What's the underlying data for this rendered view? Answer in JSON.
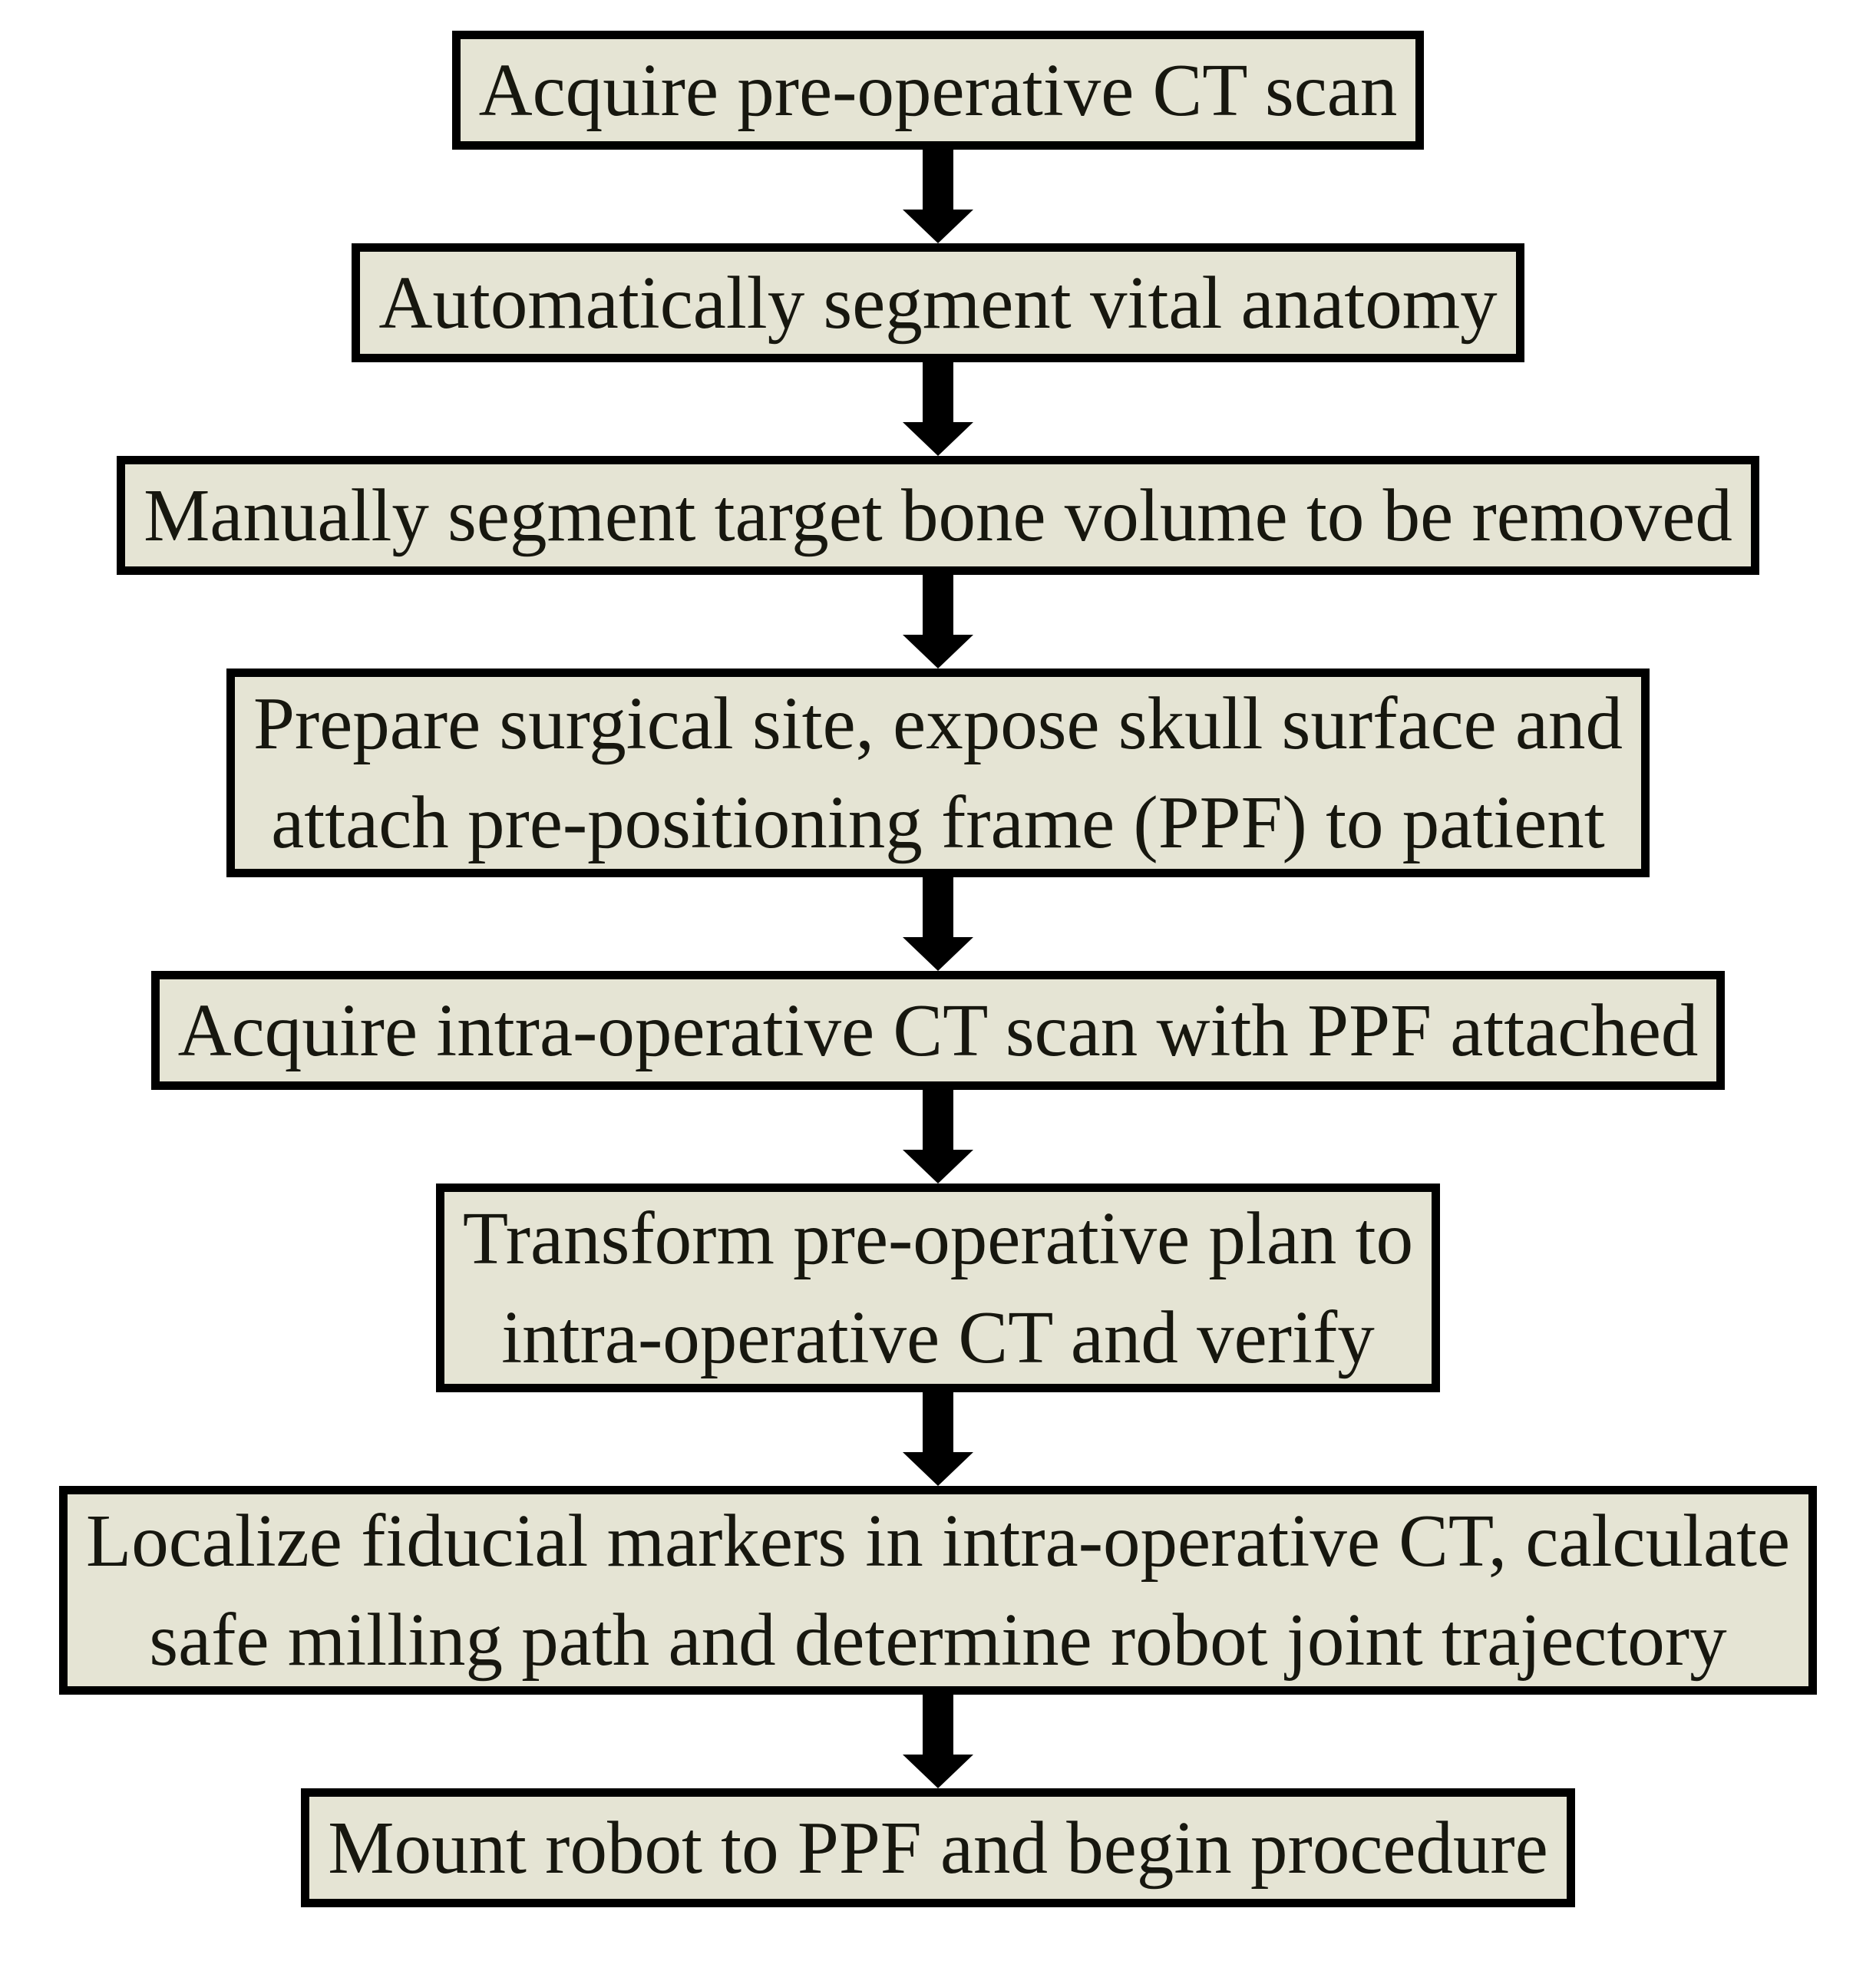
{
  "diagram": {
    "type": "flowchart",
    "orientation": "top-down",
    "colors": {
      "background": "#ffffff",
      "box_fill": "#e5e4d4",
      "box_border": "#000000",
      "arrow": "#000000",
      "text": "#17170f"
    },
    "steps": [
      {
        "id": "acquire-preop-ct",
        "label": "Acquire pre-operative CT scan"
      },
      {
        "id": "segment-vital-anatomy",
        "label": "Automatically segment vital anatomy"
      },
      {
        "id": "segment-target-bone",
        "label": "Manually segment target bone volume to be removed"
      },
      {
        "id": "prepare-site-attach-ppf",
        "label": "Prepare surgical site, expose skull surface and\nattach pre-positioning frame (PPF) to patient"
      },
      {
        "id": "acquire-intraop-ct",
        "label": "Acquire intra-operative CT scan with PPF attached"
      },
      {
        "id": "transform-plan",
        "label": "Transform pre-operative plan to\nintra-operative CT and verify"
      },
      {
        "id": "localize-fiducials",
        "label": "Localize fiducial markers in intra-operative CT, calculate\nsafe milling path and determine robot joint trajectory"
      },
      {
        "id": "mount-robot",
        "label": "Mount robot to PPF and begin procedure"
      }
    ]
  }
}
